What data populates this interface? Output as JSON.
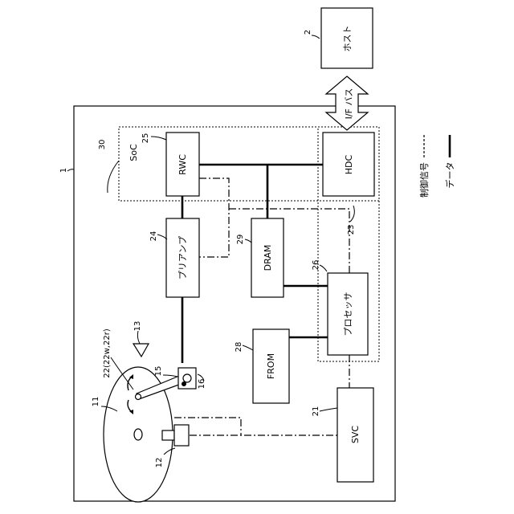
{
  "blocks": {
    "host": "ホスト",
    "rwc": "RWC",
    "hdc": "HDC",
    "preamp": "プリアンプ",
    "dram": "DRAM",
    "processor": "プロセッサ",
    "from": "FROM",
    "svc": "SVC"
  },
  "labels": {
    "soc": "SoC",
    "interface_bus": "I/F バス"
  },
  "refs": {
    "device": "1",
    "host": "2",
    "disk": "11",
    "spindle_motor": "12",
    "arm": "13",
    "head_support": "15",
    "actuator": "16",
    "head": "22(22w,22r)",
    "svc": "21",
    "hdc": "23",
    "preamp": "24",
    "rwc": "25",
    "processor": "26",
    "from": "28",
    "dram": "29",
    "soc": "30"
  },
  "legend": {
    "control": "制御信号",
    "data": "データ"
  }
}
